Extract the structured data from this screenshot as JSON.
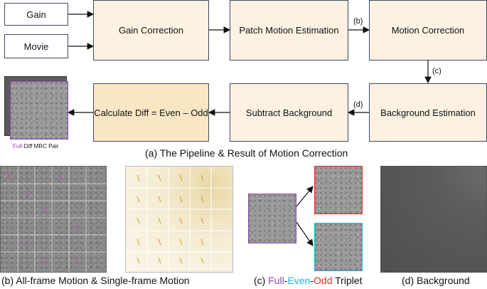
{
  "inputs": {
    "gain": "Gain",
    "movie": "Movie"
  },
  "pipeline": {
    "gain_correction": "Gain Correction",
    "patch_motion_estimation": "Patch Motion Estimation",
    "motion_correction": "Motion Correction",
    "background_estimation": "Background Estimation",
    "subtract_background": "Subtract Background",
    "calculate_diff": "Calculate Diff = Even – Odd"
  },
  "edge_labels": {
    "b": "(b)",
    "c": "(c)",
    "d": "(d)"
  },
  "mrc_pair": {
    "full": "Full-",
    "rest": "Diff MRC Pair"
  },
  "captions": {
    "a": "(a) The Pipeline & Result of Motion Correction",
    "b": "(b) All-frame Motion & Single-frame Motion",
    "c_prefix": "(c) ",
    "c_full": "Full",
    "c_dash1": "-",
    "c_even": "Even",
    "c_dash2": "-",
    "c_odd": "Odd",
    "c_suffix": " Triplet",
    "d": "(d) Background"
  },
  "colors": {
    "box_border": "#3a4a63",
    "step_fill": "#fdf2e2",
    "diff_fill": "#fbe6c4",
    "full": "#8e44ad",
    "even": "#1fb5d6",
    "odd": "#e0301e"
  }
}
